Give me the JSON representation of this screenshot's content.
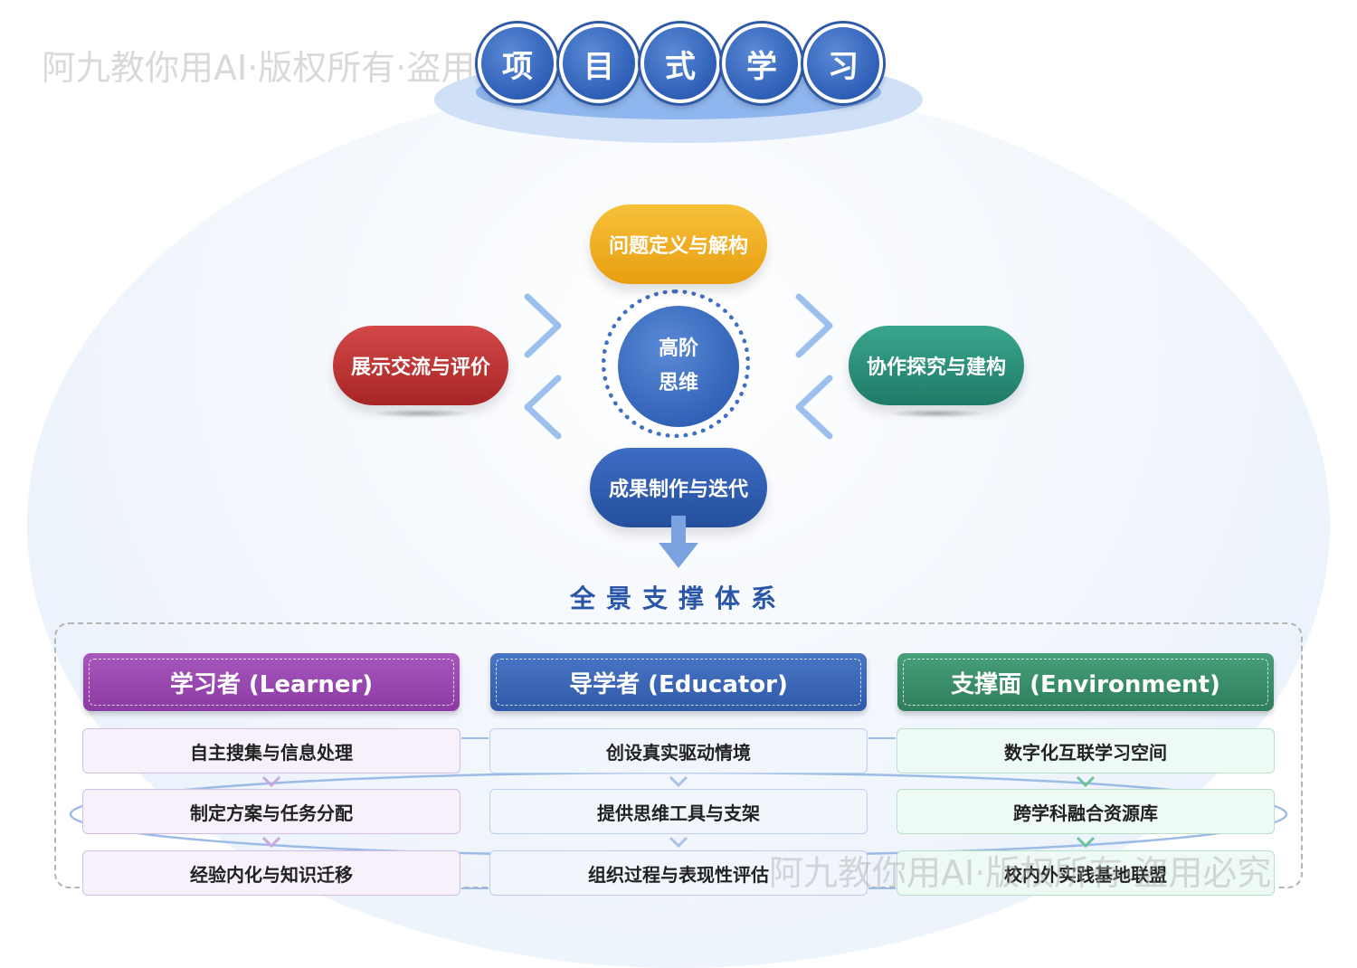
{
  "title": {
    "chars": [
      "项",
      "目",
      "式",
      "学",
      "习"
    ]
  },
  "watermark": "阿九教你用AI·版权所有·盗用必究",
  "cycle": {
    "center": {
      "line1": "高阶",
      "line2": "思维"
    },
    "top": "问题定义与解构",
    "right": "协作探究与建构",
    "bottom": "成果制作与迭代",
    "left": "展示交流与评价"
  },
  "support_system": {
    "title": "全景支撑体系",
    "columns": [
      {
        "header": "学习者 (Learner)",
        "items": [
          "自主搜集与信息处理",
          "制定方案与任务分配",
          "经验内化与知识迁移"
        ]
      },
      {
        "header": "导学者 (Educator)",
        "items": [
          "创设真实驱动情境",
          "提供思维工具与支架",
          "组织过程与表现性评估"
        ]
      },
      {
        "header": "支撑面 (Environment)",
        "items": [
          "数字化互联学习空间",
          "跨学科融合资源库",
          "校内外实践基地联盟"
        ]
      }
    ]
  },
  "colors": {
    "title_blue": "#2f5fb6",
    "top_pill": "#f0ad1c",
    "left_pill": "#c03838",
    "right_pill": "#2d9179",
    "bottom_pill": "#2f5fb6",
    "learner": "#9a48b0",
    "educator": "#3d67b8",
    "environment": "#3a8d68"
  }
}
